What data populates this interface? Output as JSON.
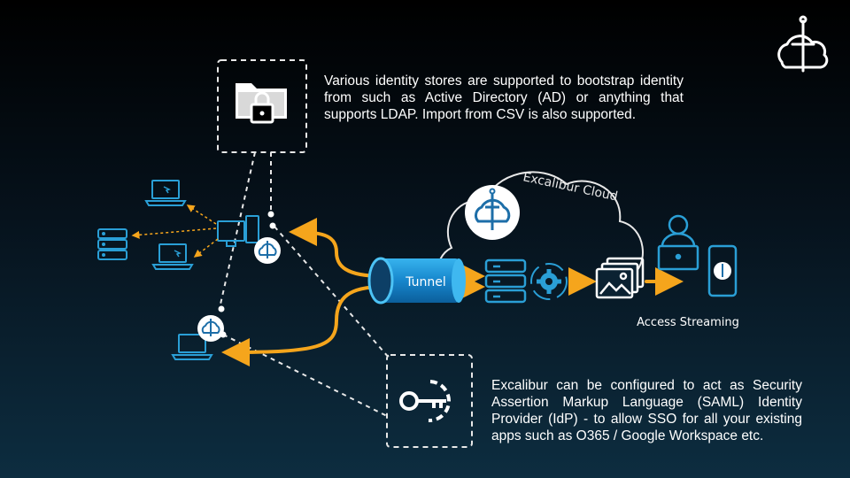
{
  "descriptions": {
    "identity_stores": "Various identity stores are supported to bootstrap identity from such as Active Directory (AD) or anything that supports LDAP. Import from CSV is also supported.",
    "saml_idp": "Excalibur can be configured to act as Security Assertion Markup Language (SAML) Identity Provider (IdP) - to allow SSO for all your existing apps such as O365 / Google Workspace etc."
  },
  "labels": {
    "cloud": "Excalibur Cloud",
    "tunnel": "Tunnel",
    "access_streaming": "Access Streaming"
  },
  "icons": {
    "logo": "excalibur-sword-cloud-logo",
    "identity_store": "folder-lock-icon",
    "saml": "gear-key-icon",
    "laptop": "laptop-icon",
    "server": "server-rack-icon",
    "user": "user-at-laptop-icon",
    "phone": "smartphone-icon"
  },
  "colors": {
    "accent": "#f5a51c",
    "line": "#2a9fd6",
    "tunnel": "#1d8fd6",
    "dashed": "#e8e8e8",
    "text": "#ffffff"
  }
}
